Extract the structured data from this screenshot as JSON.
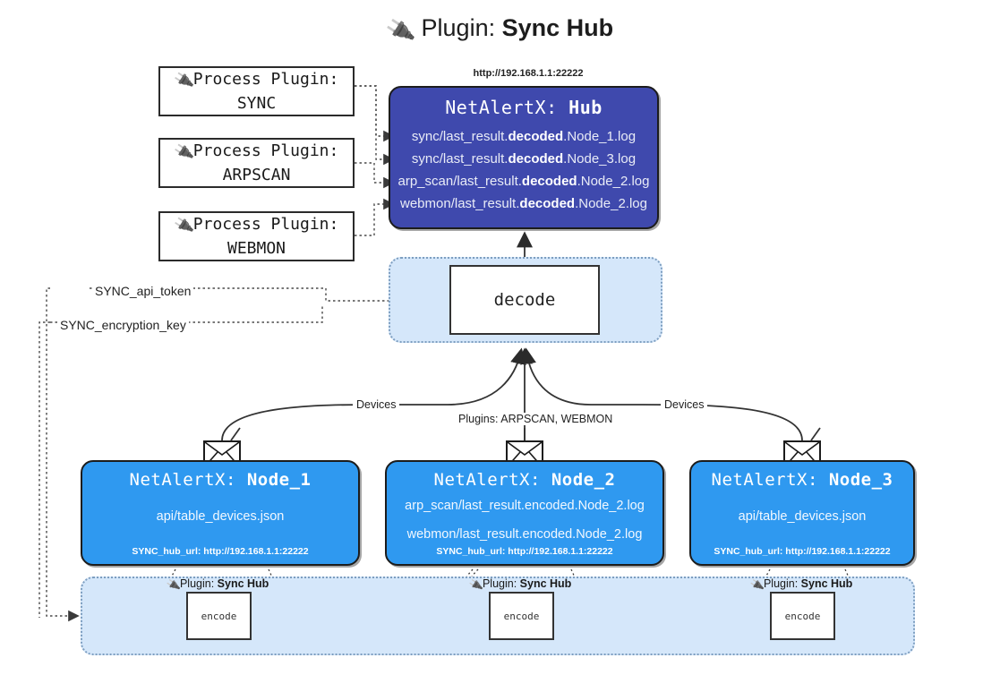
{
  "title": {
    "icon": "plug-icon",
    "prefix": "Plugin: ",
    "name": "Sync Hub"
  },
  "process_plugins": [
    {
      "label": "Process Plugin:",
      "name": "SYNC",
      "icon": "plug-icon"
    },
    {
      "label": "Process Plugin:",
      "name": "ARPSCAN",
      "icon": "plug-icon"
    },
    {
      "label": "Process Plugin:",
      "name": "WEBMON",
      "icon": "plug-icon"
    }
  ],
  "hub": {
    "url": "http://192.168.1.1:22222",
    "title_prefix": "NetAlertX: ",
    "title_name": "Hub",
    "rows": [
      {
        "pre": "sync/last_result.",
        "em": "decoded",
        "post": ".Node_1.log"
      },
      {
        "pre": "sync/last_result.",
        "em": "decoded",
        "post": ".Node_3.log"
      },
      {
        "pre": "arp_scan/last_result.",
        "em": "decoded",
        "post": ".Node_2.log"
      },
      {
        "pre": "webmon/last_result.",
        "em": "decoded",
        "post": ".Node_2.log"
      }
    ]
  },
  "decode": {
    "label": "decode"
  },
  "tokens": [
    {
      "label": "SYNC_api_token"
    },
    {
      "label": "SYNC_encryption_key"
    }
  ],
  "edge_labels": {
    "devices_left": "Devices",
    "devices_right": "Devices",
    "plugins": "Plugins: ARPSCAN, WEBMON"
  },
  "nodes": [
    {
      "title_prefix": "NetAlertX: ",
      "title_name": "Node_1",
      "rows": [
        "api/table_devices.json"
      ],
      "footer": "SYNC_hub_url: http://192.168.1.1:22222",
      "icon": "envelope-icon"
    },
    {
      "title_prefix": "NetAlertX: ",
      "title_name": "Node_2",
      "rows": [
        "arp_scan/last_result.encoded.Node_2.log",
        "webmon/last_result.encoded.Node_2.log"
      ],
      "footer": "SYNC_hub_url: http://192.168.1.1:22222",
      "icon": "envelope-icon"
    },
    {
      "title_prefix": "NetAlertX: ",
      "title_name": "Node_3",
      "rows": [
        "api/table_devices.json"
      ],
      "footer": "SYNC_hub_url: http://192.168.1.1:22222",
      "icon": "envelope-icon"
    }
  ],
  "encoders": [
    {
      "plugin_prefix": "Plugin: ",
      "plugin_name": "Sync Hub",
      "box_label": "encode",
      "icon": "plug-icon"
    },
    {
      "plugin_prefix": "Plugin: ",
      "plugin_name": "Sync Hub",
      "box_label": "encode",
      "icon": "plug-icon"
    },
    {
      "plugin_prefix": "Plugin: ",
      "plugin_name": "Sync Hub",
      "box_label": "encode",
      "icon": "plug-icon"
    }
  ],
  "colors": {
    "hub_fill": "#3f49ad",
    "node_fill": "#2f99f0",
    "group_fill": "#d5e7fa",
    "group_stroke": "#7d9ec0",
    "line": "#3a3a3a"
  }
}
